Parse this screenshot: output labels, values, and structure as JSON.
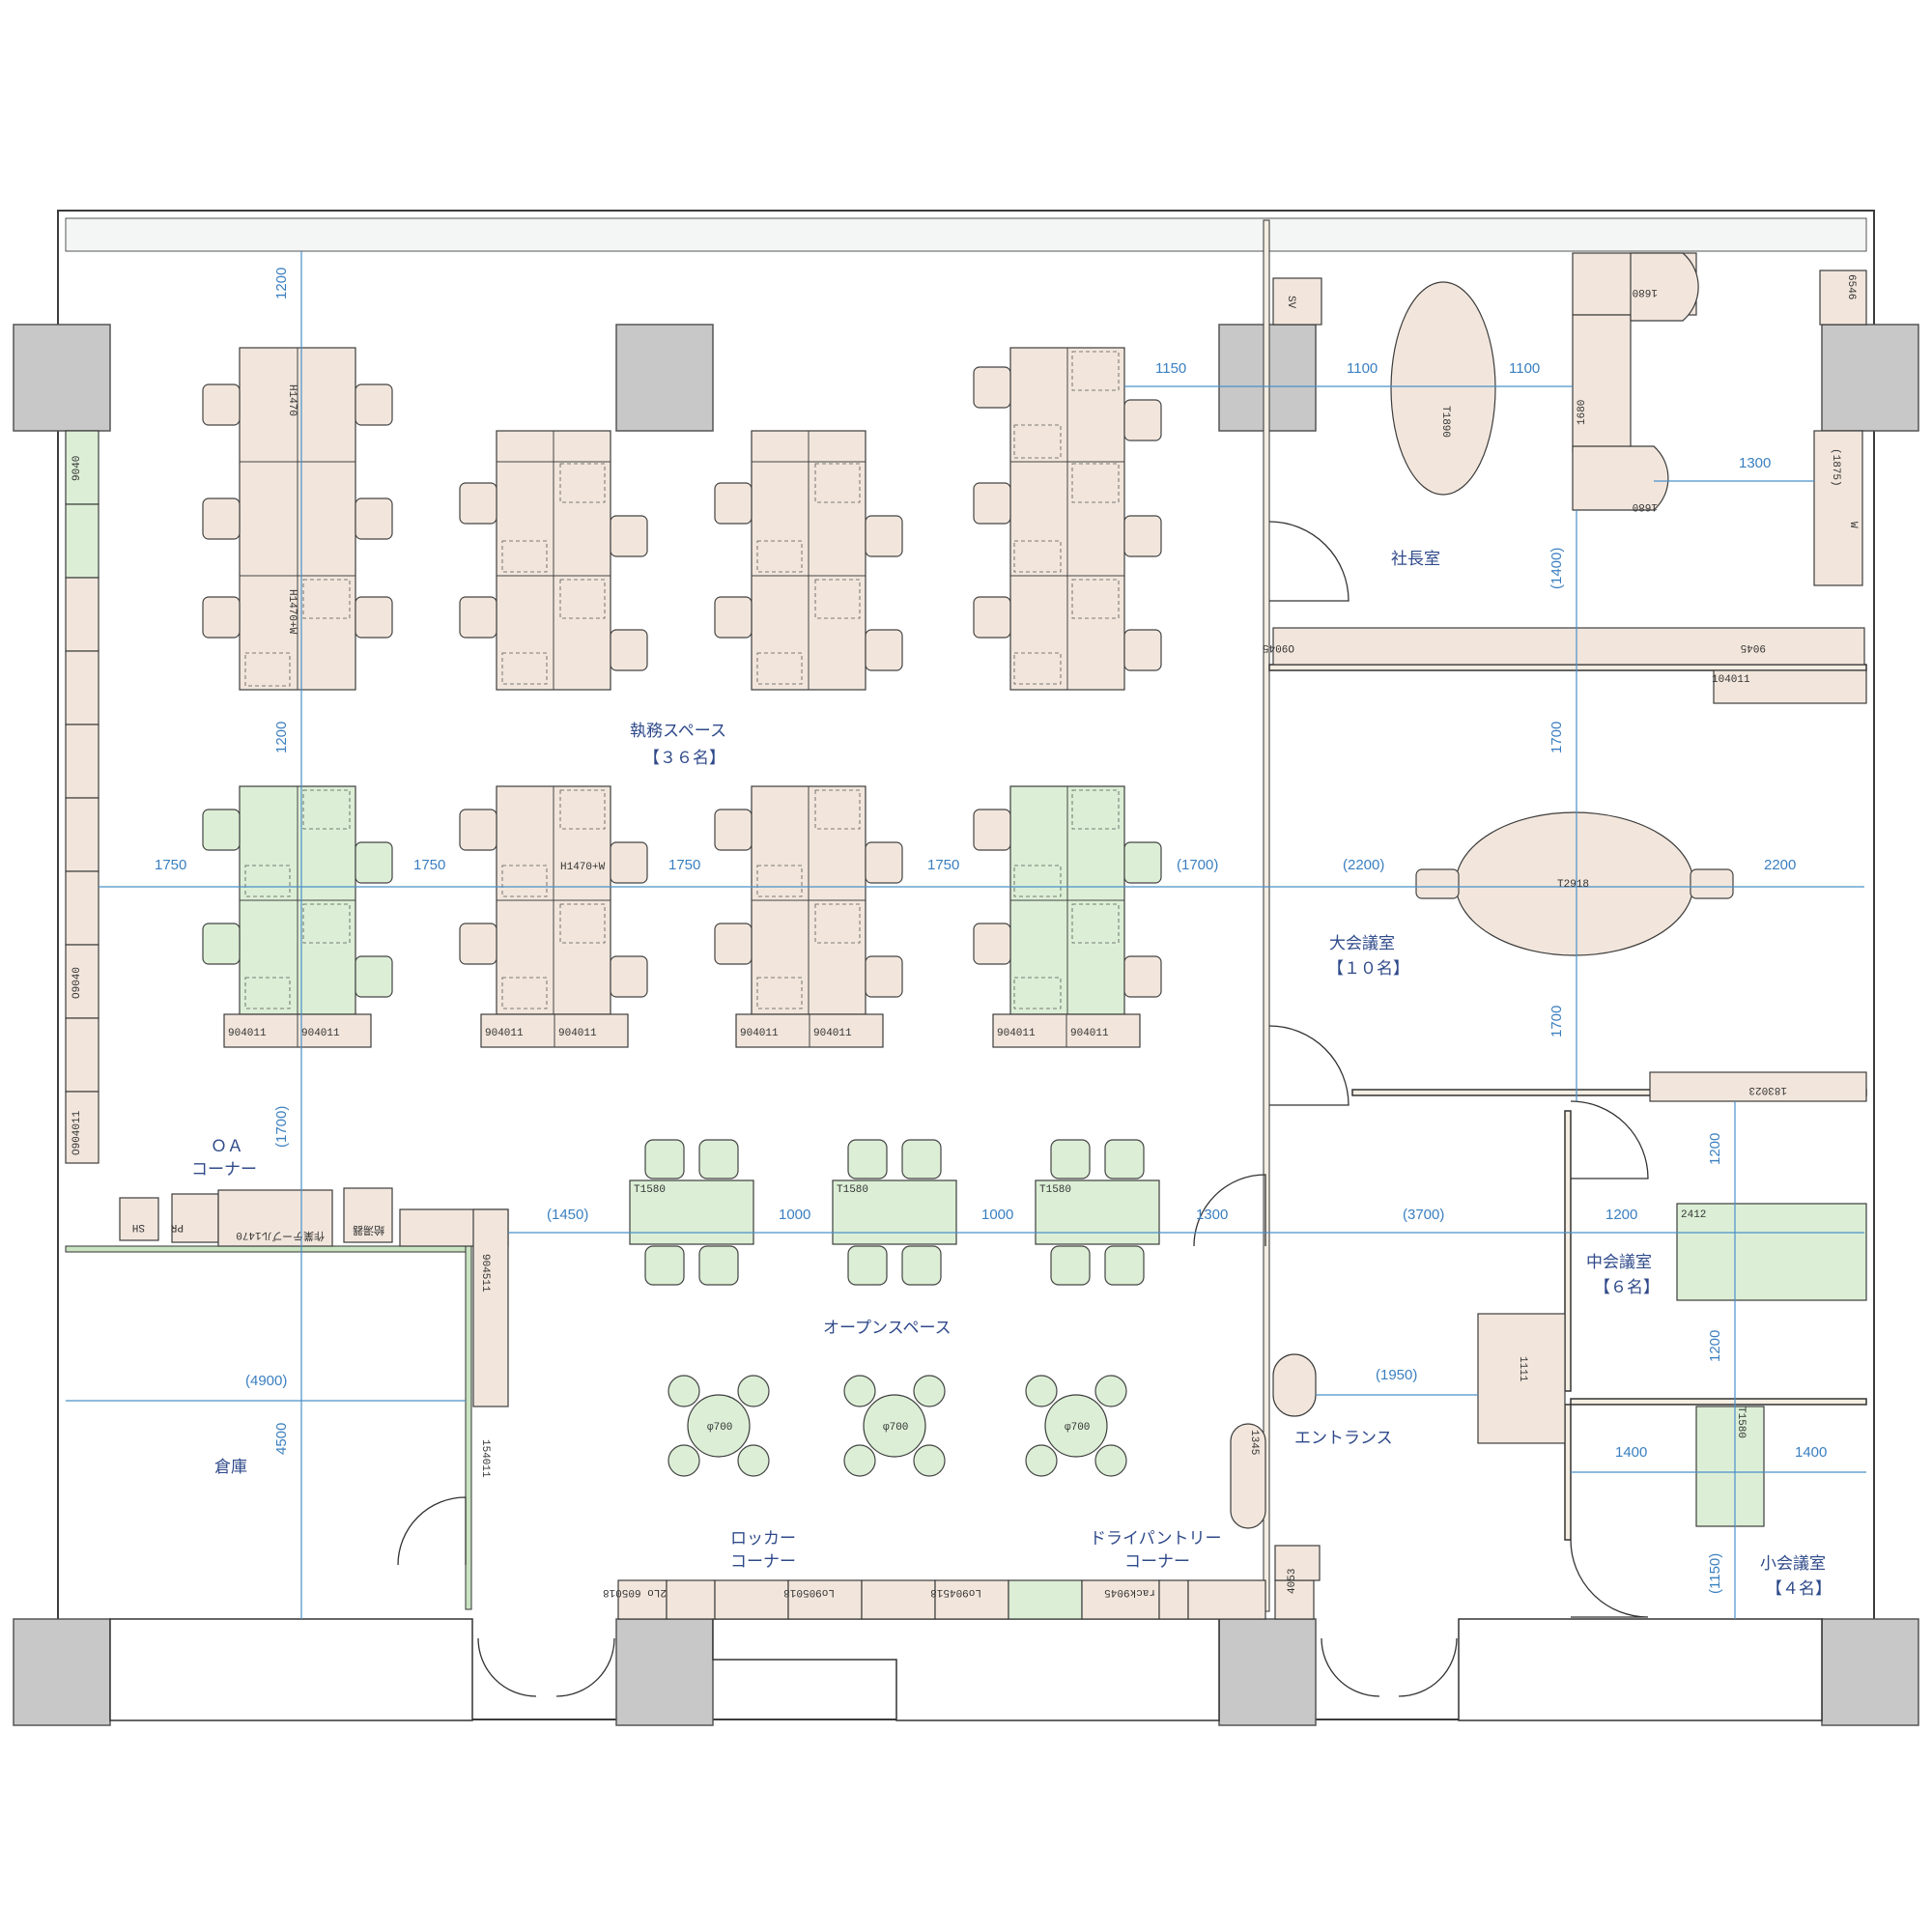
{
  "rooms": {
    "office_space": "執務スペース",
    "office_space_cap": "【３６名】",
    "oa_corner_1": "ＯＡ",
    "oa_corner_2": "コーナー",
    "open_space": "オープンスペース",
    "storage": "倉庫",
    "locker_1": "ロッカー",
    "locker_2": "コーナー",
    "pantry_1": "ドライパントリー",
    "pantry_2": "コーナー",
    "entrance": "エントランス",
    "president": "社長室",
    "large_meeting": "大会議室",
    "large_meeting_cap": "【１０名】",
    "mid_meeting": "中会議室",
    "mid_meeting_cap": "【６名】",
    "small_meeting": "小会議室",
    "small_meeting_cap": "【４名】"
  },
  "dims": {
    "d1200_top": "1200",
    "d1200_mid": "1200",
    "d1750_a": "1750",
    "d1750_b": "1750",
    "d1750_c": "1750",
    "d1750_d": "1750",
    "d1700_paren_a": "(1700)",
    "d2200_paren": "(2200)",
    "d2200": "2200",
    "d1700_v1": "1700",
    "d1700_v2": "1700",
    "d1150": "1150",
    "d1100_a": "1100",
    "d1100_b": "1100",
    "d1300_pres": "1300",
    "d1400_paren": "(1400)",
    "d1700_oa": "(1700)",
    "d1450": "(1450)",
    "d1000_a": "1000",
    "d1000_b": "1000",
    "d1300_open": "1300",
    "d3700": "(3700)",
    "d1200_mid_room": "1200",
    "d1200_v_top": "1200",
    "d1200_v_bot": "1200",
    "d4900": "(4900)",
    "d4500": "4500",
    "d1950": "(1950)",
    "d1400_l": "1400",
    "d1400_r": "1400",
    "d1150_paren": "(1150)"
  },
  "labels": {
    "h1470": "H1470",
    "h1470w": "H1470+W",
    "t1580": "T1580",
    "t1890": "T1890",
    "t2918": "T2918",
    "t2412": "2412",
    "t1111": "1111",
    "t1580s": "T1580",
    "phi700": "φ700",
    "l904011": "904011",
    "l9040": "9040",
    "lo9040": "O9040",
    "lo904011": "O904011",
    "l9045": "9045",
    "lo9045": "O9045",
    "l104011": "104011",
    "l183023": "183023",
    "l904511": "904511",
    "l154011": "154011",
    "l1680": "1680",
    "l1875": "(1875)",
    "l6546": "6546",
    "sv": "SV",
    "pr": "PR",
    "sh": "SH",
    "w": "W",
    "l1345": "1345",
    "l4053": "4053",
    "lo605018": "2Lo 605018",
    "lo905018": "Lo905018",
    "lo904518": "Lo904518",
    "rack": "rack9045",
    "oa_counter": "作業テーブル1470",
    "kensui": "給湯器"
  },
  "colors": {
    "wall": "#3c3c3c",
    "furniture": "#f2e6dc",
    "green": "#dcefd6",
    "column": "#c8c8c8",
    "dimension": "#4a90c8",
    "room_label": "#2f4a8a"
  }
}
